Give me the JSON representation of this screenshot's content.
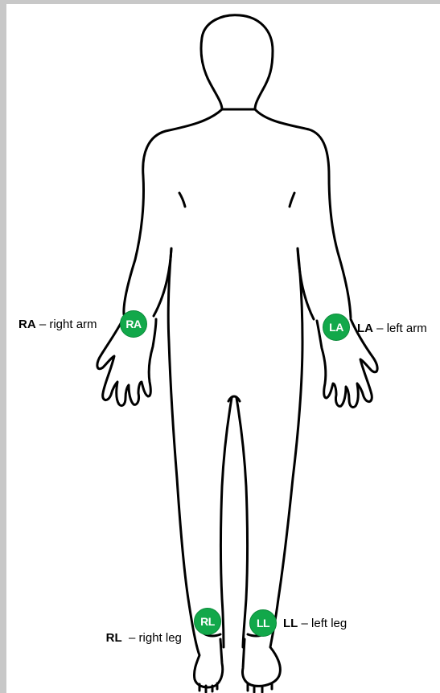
{
  "electrodes": {
    "ra": {
      "badge": "RA",
      "abbr": "RA",
      "desc": "right arm",
      "sep": " – "
    },
    "la": {
      "badge": "LA",
      "abbr": "LA",
      "desc": "left arm",
      "sep": " – "
    },
    "rl": {
      "badge": "RL",
      "abbr": "RL",
      "desc": "right leg",
      "sep": "  – "
    },
    "ll": {
      "badge": "LL",
      "abbr": "LL",
      "desc": "left leg",
      "sep": " – "
    }
  },
  "colors": {
    "electrode_fill": "#12a84a",
    "outline": "#000000",
    "background": "#ffffff",
    "frame": "#c8c8c8"
  }
}
